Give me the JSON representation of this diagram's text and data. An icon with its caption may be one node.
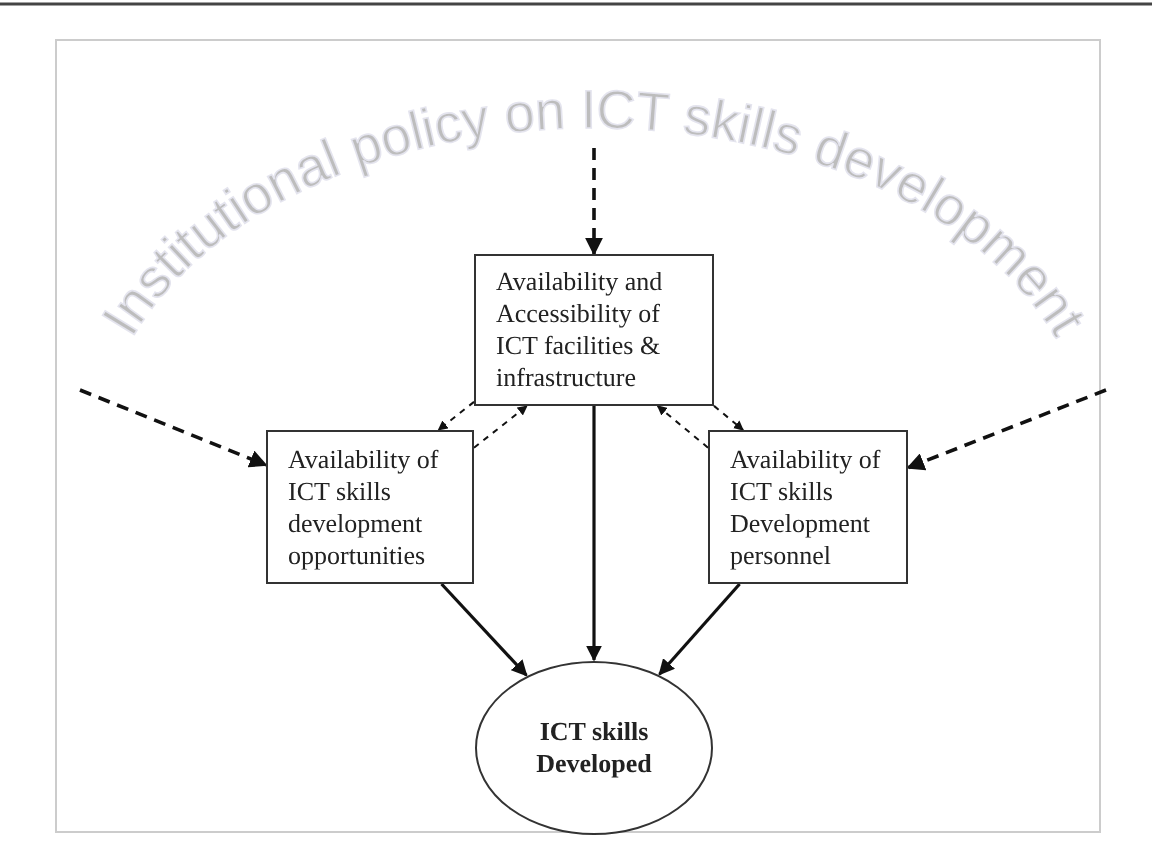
{
  "diagram": {
    "nodes": [
      {
        "text": [
          "Institutional policy on ICT skills development"
        ]
      },
      {
        "text": [
          "Availability and Accessibility of ICT facilities & infrastructure"
        ]
      },
      {
        "text": [
          "Availability of ICT skills development opportunities"
        ]
      },
      {
        "text": [
          "Availability of ICT skills Development personnel"
        ]
      },
      {
        "text": [
          "ICT skills Developed"
        ]
      }
    ],
    "edges": [
      {
        "from": 0,
        "to": 1,
        "arrow": "to",
        "style": "dashed"
      },
      {
        "from": 0,
        "to": 2,
        "arrow": "to",
        "style": "dashed"
      },
      {
        "from": 0,
        "to": 3,
        "arrow": "to",
        "style": "dashed"
      },
      {
        "from": 2,
        "to": 1,
        "arrow": "to",
        "style": "dashed"
      },
      {
        "from": 1,
        "to": 2,
        "arrow": "to",
        "style": "dashed"
      },
      {
        "from": 1,
        "to": 3,
        "arrow": "to",
        "style": "dashed"
      },
      {
        "from": 3,
        "to": 1,
        "arrow": "to",
        "style": "dashed"
      },
      {
        "from": 1,
        "to": 4,
        "arrow": "to"
      },
      {
        "from": 2,
        "to": 4,
        "arrow": "to"
      },
      {
        "from": 3,
        "to": 4,
        "arrow": "to"
      }
    ]
  }
}
